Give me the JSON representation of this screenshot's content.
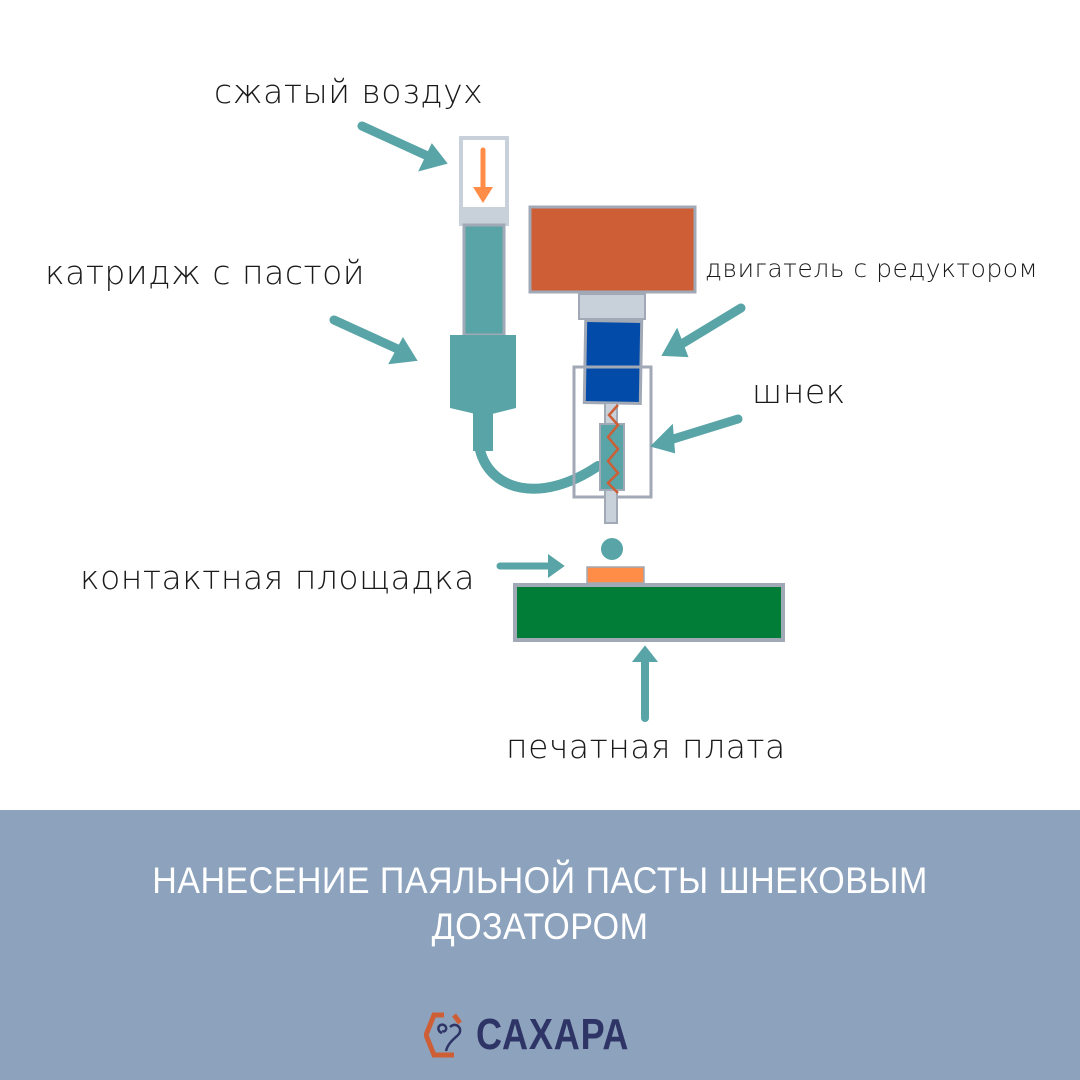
{
  "labels": {
    "compressed_air": "сжатый воздух",
    "cartridge": "катридж с пастой",
    "motor": "двигатель с редуктором",
    "screw": "шнек",
    "contact_pad": "контактная площадка",
    "pcb": "печатная плата"
  },
  "footer": {
    "title_line1": "НАНЕСЕНИЕ ПАЯЛЬНОЙ ПАСТЫ ШНЕКОВЫМ",
    "title_line2": "ДОЗАТОРОМ",
    "logo_text": "САХАРА"
  },
  "colors": {
    "teal": "#58a4a6",
    "motor_orange": "#cd5e36",
    "blue": "#034ba8",
    "pad_orange": "#ff8c47",
    "pcb_green": "#027d38",
    "outline_gray": "#a0a9b5",
    "footer_bg": "#8da3bd",
    "logo_navy": "#2e3566"
  }
}
